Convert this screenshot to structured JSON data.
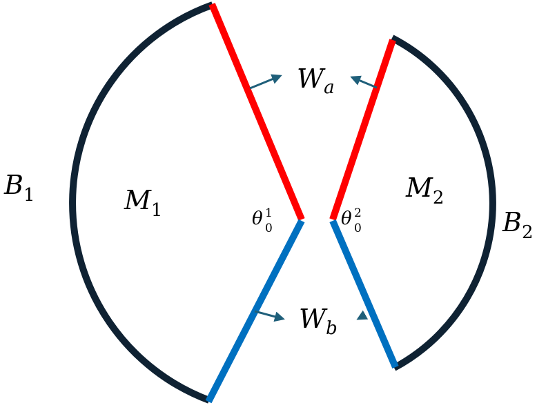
{
  "labels": {
    "b1": {
      "main": "B",
      "sub": "1"
    },
    "b2": {
      "main": "B",
      "sub": "2"
    },
    "m1": {
      "main": "M",
      "sub": "1"
    },
    "m2": {
      "main": "M",
      "sub": "2"
    },
    "wa": {
      "main": "W",
      "sub": "a"
    },
    "wb": {
      "main": "W",
      "sub": "b"
    },
    "theta1": {
      "main": "θ",
      "sub": "0",
      "sup": "1"
    },
    "theta2": {
      "main": "θ",
      "sub": "0",
      "sup": "2"
    }
  },
  "colors": {
    "boundary": "#0f2233",
    "wall_a": "#ff0000",
    "wall_b": "#0070c0",
    "arrow": "#1f5f7a"
  }
}
